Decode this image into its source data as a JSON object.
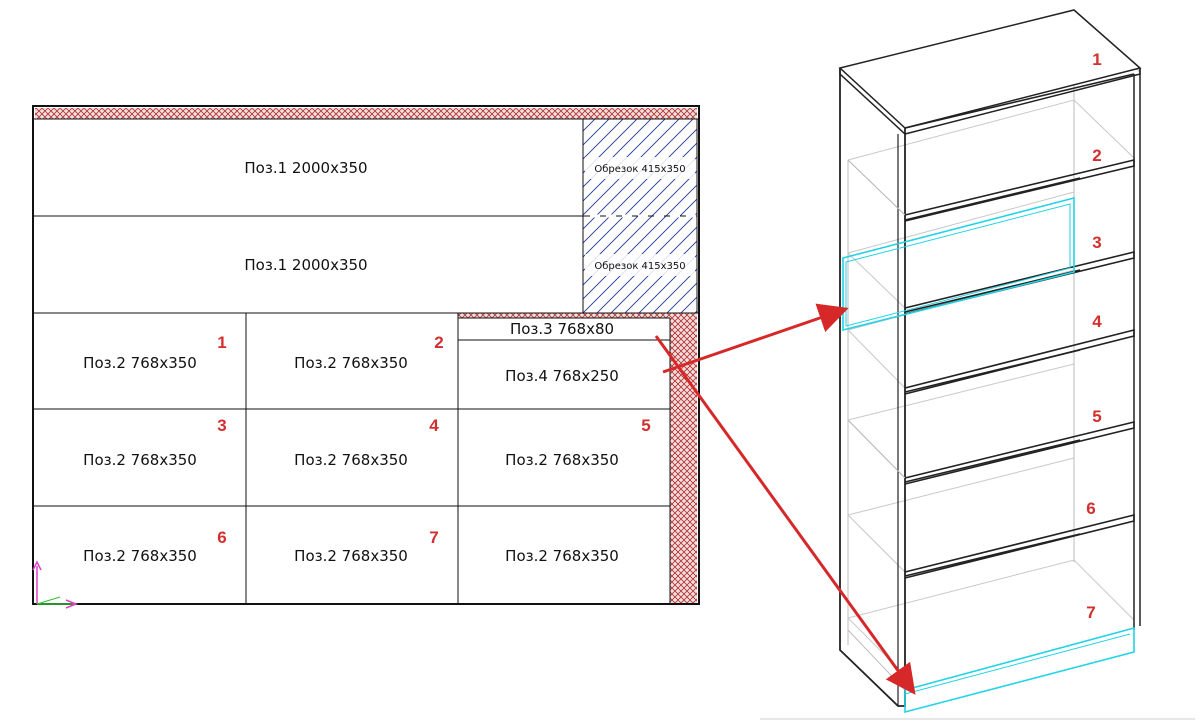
{
  "colors": {
    "arrow": "#d62828",
    "number": "#d32f2f",
    "highlight": "#22d3e6",
    "offcut_hatch": "#1f3a93",
    "waste_hatch": "#b03030",
    "axis_y": "#e23ec9",
    "axis_x": "#2fbf2f"
  },
  "cutting_layout": {
    "strips": [
      {
        "label": "Поз.1  2000x350"
      },
      {
        "label": "Поз.1  2000x350"
      }
    ],
    "offcuts": [
      {
        "label": "Обрезок  415x350"
      },
      {
        "label": "Обрезок  415x350"
      }
    ],
    "pos3_label": "Поз.3  768x80",
    "pos4_label": "Поз.4  768x250",
    "panels": [
      {
        "label": "Поз.2  768x350",
        "number": "1"
      },
      {
        "label": "Поз.2  768x350",
        "number": "2"
      },
      {
        "label": "Поз.2  768x350",
        "number": "3"
      },
      {
        "label": "Поз.2  768x350",
        "number": "4"
      },
      {
        "label": "Поз.2  768x350",
        "number": "5"
      },
      {
        "label": "Поз.2  768x350",
        "number": "6"
      },
      {
        "label": "Поз.2  768x350",
        "number": "7"
      },
      {
        "label": "Поз.2  768x350",
        "number": ""
      }
    ]
  },
  "bookcase": {
    "shelf_numbers": [
      "1",
      "2",
      "3",
      "4",
      "5",
      "6",
      "7"
    ]
  }
}
